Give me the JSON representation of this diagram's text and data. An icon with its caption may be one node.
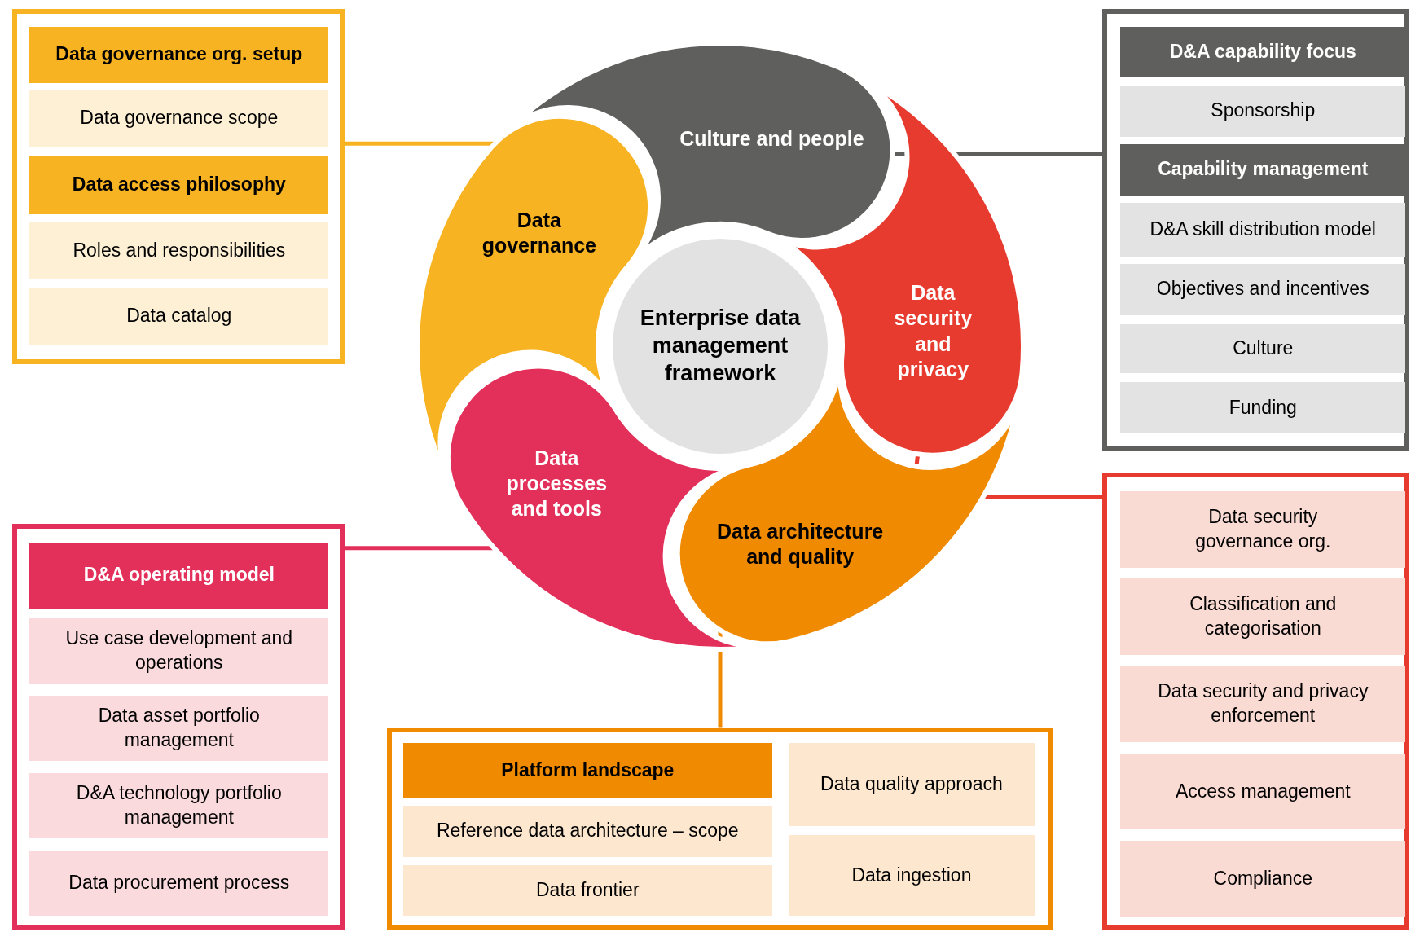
{
  "diagram": {
    "nodes": [
      {
        "text": [],
        "shape": "box"
      },
      {
        "text": [
          "Data governance org. setup"
        ],
        "in": 0
      },
      {
        "text": [
          "Data governance scope"
        ],
        "in": 0
      },
      {
        "text": [
          "Data access philosophy"
        ],
        "in": 0
      },
      {
        "text": [
          "Roles and responsibilities"
        ],
        "in": 0
      },
      {
        "text": [
          "Data catalog"
        ],
        "in": 0
      },
      {
        "text": [
          "Data governance"
        ]
      },
      {
        "text": [
          "Culture and people"
        ]
      },
      {
        "text": [],
        "shape": "box"
      },
      {
        "text": [
          "D&A capability focus"
        ],
        "in": 8
      },
      {
        "text": [
          "Sponsorship"
        ],
        "in": 8
      },
      {
        "text": [
          "Capability management"
        ],
        "in": 8
      },
      {
        "text": [
          "D&A skill distribution model"
        ],
        "in": 8
      },
      {
        "text": [
          "Objectives and incentives"
        ],
        "in": 8
      },
      {
        "text": [
          "Culture"
        ],
        "in": 8
      },
      {
        "text": [
          "Funding"
        ],
        "in": 8
      },
      {
        "text": [
          "Enterprise data management framework"
        ]
      },
      {
        "text": [
          "Data security and privacy"
        ]
      },
      {
        "text": [
          "Data processes and tools"
        ]
      },
      {
        "text": [
          "Data architecture and quality"
        ]
      },
      {
        "text": [],
        "shape": "box"
      },
      {
        "text": [
          "D&A operating model"
        ],
        "in": 20
      },
      {
        "text": [
          "Use case development and operations"
        ],
        "in": 20
      },
      {
        "text": [
          "Data asset portfolio management"
        ],
        "in": 20
      },
      {
        "text": [
          "D&A technology portfolio management"
        ],
        "in": 20
      },
      {
        "text": [
          "Data procurement process"
        ],
        "in": 20
      },
      {
        "text": [],
        "shape": "box"
      },
      {
        "text": [
          "Platform landscape"
        ],
        "in": 26
      },
      {
        "text": [
          "Reference data architecture – scope"
        ],
        "in": 26
      },
      {
        "text": [
          "Data frontier"
        ],
        "in": 26
      },
      {
        "text": [
          "Data quality approach"
        ],
        "in": 26
      },
      {
        "text": [
          "Data ingestion"
        ],
        "in": 26
      },
      {
        "text": [],
        "shape": "box"
      },
      {
        "text": [
          "Data security governance org."
        ],
        "in": 32
      },
      {
        "text": [
          "Classification and categorisation"
        ],
        "in": 32
      },
      {
        "text": [
          "Data security and privacy enforcement"
        ],
        "in": 32
      },
      {
        "text": [
          "Access management"
        ],
        "in": 32
      },
      {
        "text": [
          "Compliance"
        ],
        "in": 32
      }
    ],
    "edges": [
      {
        "from": 6,
        "to": 0,
        "arrow": "none",
        "color": "#f8b323"
      },
      {
        "from": 7,
        "to": 8,
        "arrow": "none",
        "color": "#5f5f5d"
      },
      {
        "from": 17,
        "to": 32,
        "arrow": "none",
        "color": "#e63b2e"
      },
      {
        "from": 19,
        "to": 26,
        "arrow": "none",
        "color": "#f08a00"
      },
      {
        "from": 18,
        "to": 20,
        "arrow": "none",
        "color": "#e3305a"
      }
    ]
  }
}
